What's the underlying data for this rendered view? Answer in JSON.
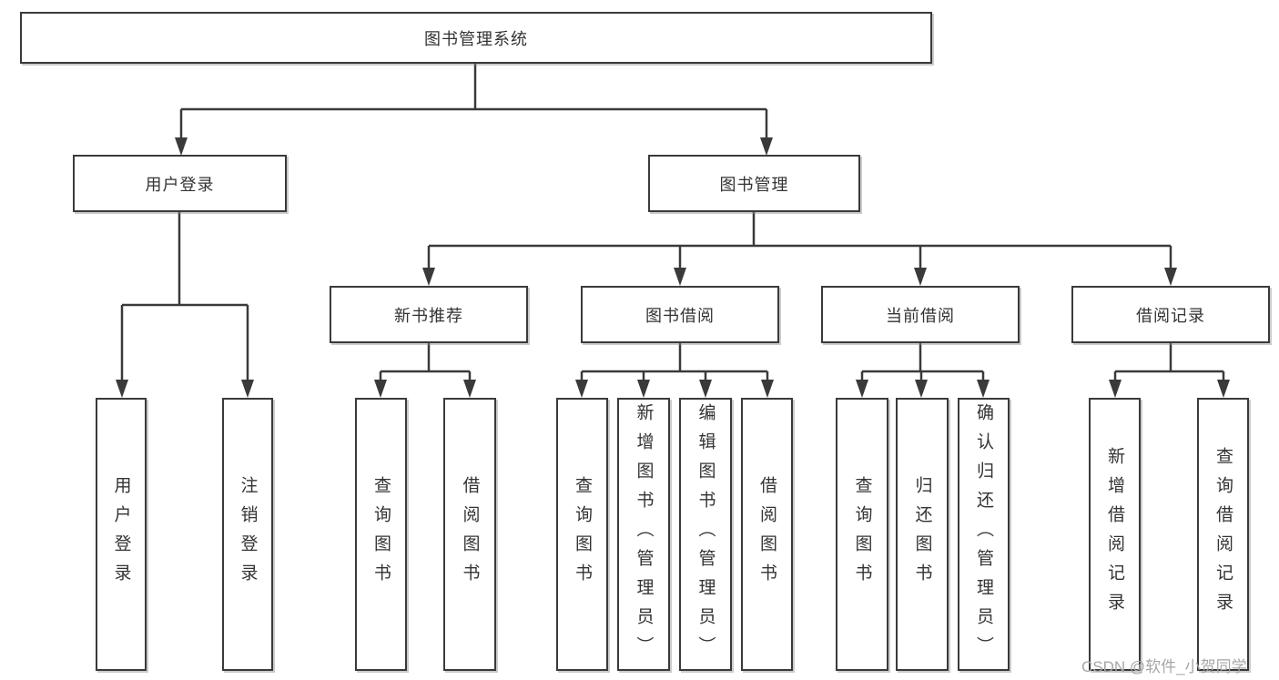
{
  "tree": {
    "label": "图书管理系统",
    "children": [
      {
        "label": "用户登录",
        "children": [
          {
            "label": "用户登录"
          },
          {
            "label": "注销登录"
          }
        ]
      },
      {
        "label": "图书管理",
        "children": [
          {
            "label": "新书推荐",
            "children": [
              {
                "label": "查询图书"
              },
              {
                "label": "借阅图书"
              }
            ]
          },
          {
            "label": "图书借阅",
            "children": [
              {
                "label": "查询图书"
              },
              {
                "label": "新增图书（管理员）"
              },
              {
                "label": "编辑图书（管理员）"
              },
              {
                "label": "借阅图书"
              }
            ]
          },
          {
            "label": "当前借阅",
            "children": [
              {
                "label": "查询图书"
              },
              {
                "label": "归还图书"
              },
              {
                "label": "确认归还（管理员）"
              }
            ]
          },
          {
            "label": "借阅记录",
            "children": [
              {
                "label": "新增借阅记录"
              },
              {
                "label": "查询借阅记录"
              }
            ]
          }
        ]
      }
    ]
  },
  "watermark": {
    "text": "CSDN @软件_小贺同学"
  },
  "colors": {
    "line": "#3a3a3a",
    "box_border": "#3a3a3a",
    "text": "#333333",
    "watermark": "#a6a6a6",
    "background": "#ffffff"
  }
}
